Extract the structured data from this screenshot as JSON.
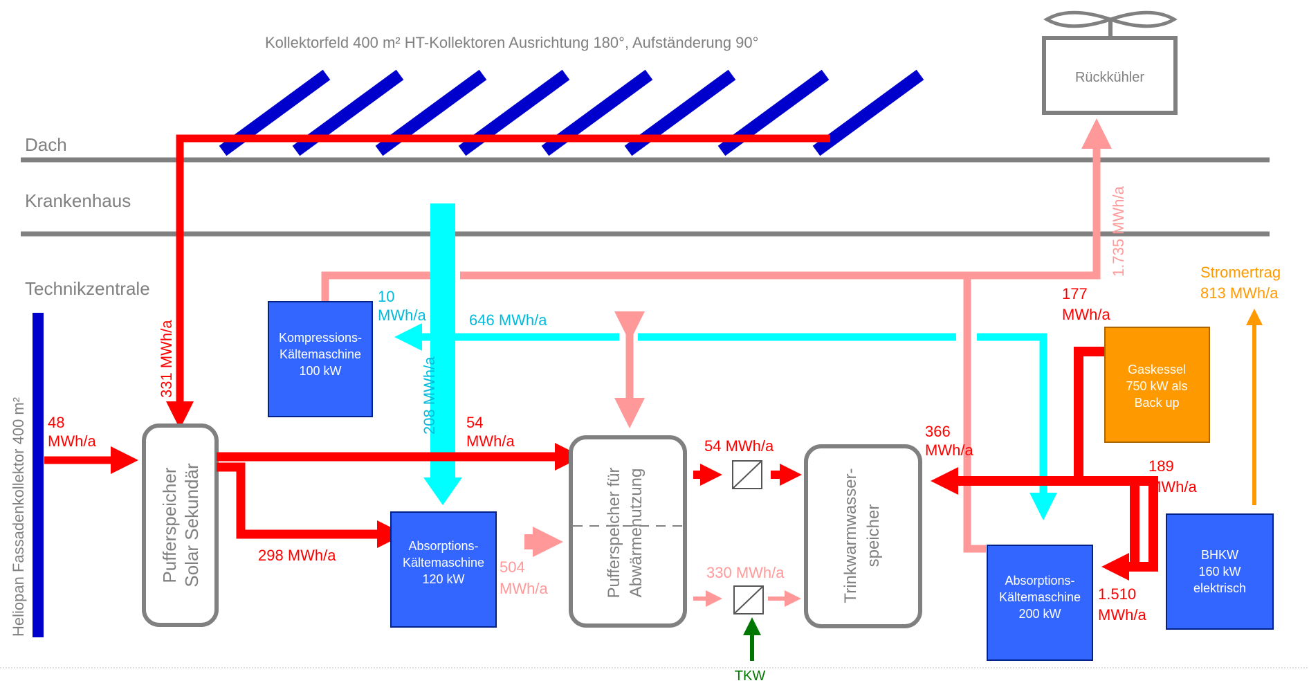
{
  "colors": {
    "hot_red": "#ff0000",
    "warm_pink": "#ff9999",
    "cold_cyan": "#00ffff",
    "gray": "#808080",
    "blue_unit": "#3366ff",
    "orange_unit": "#ff9900",
    "green": "#007700",
    "collector_blue": "#0000cc"
  },
  "labels": {
    "collector_field": "Kollektorfeld 400 m² HT-Kollektoren Ausrichtung 180°, Aufständerung 90°",
    "zone_roof": "Dach",
    "zone_hospital": "Krankenhaus",
    "zone_tech": "Technikzentrale",
    "facade": "Heliopan Fassadenkollektor 400 m²",
    "tkw": "TKW"
  },
  "components": {
    "rueckkuehler": "Rückkühler",
    "kompression": [
      "Kompressions-",
      "Kältemaschine",
      "100 kW"
    ],
    "absorption_120": [
      "Absorptions-",
      "Kältemaschine",
      "120 kW"
    ],
    "absorption_200": [
      "Absorptions-",
      "Kältemaschine",
      "200 kW"
    ],
    "gaskessel": [
      "Gaskessel",
      "750 kW als",
      "Back up"
    ],
    "bhkw": [
      "BHKW",
      "160 kW",
      "elektrisch"
    ],
    "puffer_solar": [
      "Pufferspeicher",
      "Solar Sekundär"
    ],
    "puffer_abwaerme": [
      "Pufferspeicher für",
      "Abwärmenutzung"
    ],
    "trinkwarmwasser": [
      "Trinkwarmwasser-",
      "speicher"
    ]
  },
  "flows": {
    "solar_roof": "331 MWh/a",
    "facade": [
      "48",
      "MWh/a"
    ],
    "to_puffer_abw": [
      "54",
      "MWh/a"
    ],
    "to_absorption_120": "298 MWh/a",
    "waste_heat_120": [
      "504",
      "MWh/a"
    ],
    "puffer_to_hx": "54 MWh/a",
    "hx_pink": "330 MWh/a",
    "cold_compression": [
      "10",
      "MWh/a"
    ],
    "cold_main": "646 MWh/a",
    "cold_absorption_120": "208 MWh/a",
    "rueckkuehler": "1.735 MWh/a",
    "gaskessel": [
      "177",
      "MWh/a"
    ],
    "to_trinkwarmwasser": [
      "366",
      "MWh/a"
    ],
    "bhkw_heat": [
      "189",
      "MWh/a"
    ],
    "absorption_200": [
      "1.510",
      "MWh/a"
    ],
    "stromertrag": [
      "Stromertrag",
      "813 MWh/a"
    ]
  }
}
